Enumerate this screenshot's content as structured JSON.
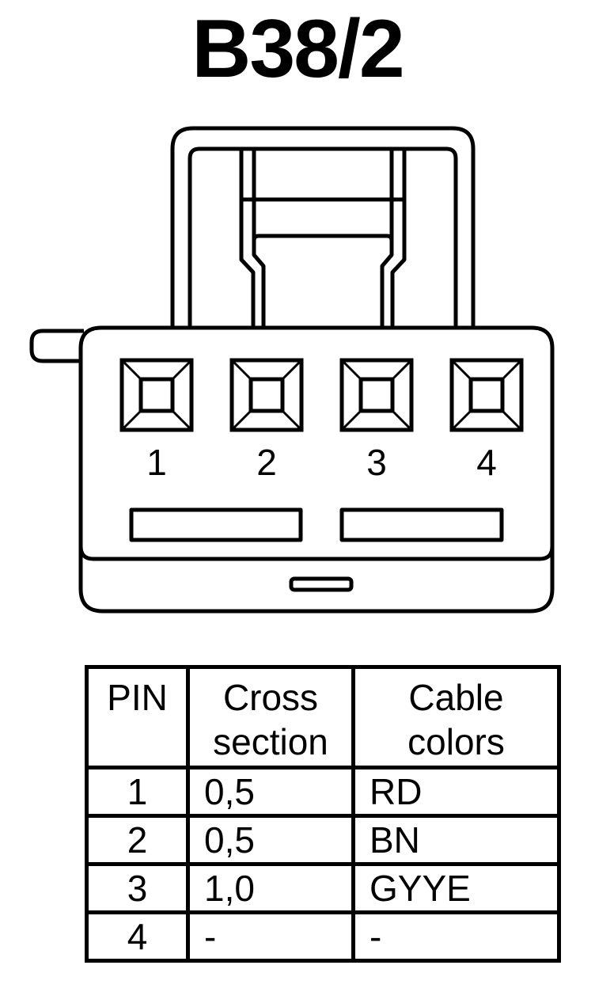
{
  "title": "B38/2",
  "pins": [
    {
      "label": "1"
    },
    {
      "label": "2"
    },
    {
      "label": "3"
    },
    {
      "label": "4"
    }
  ],
  "table": {
    "headers": {
      "pin": "PIN",
      "cross_line1": "Cross",
      "cross_line2": "section",
      "color_line1": "Cable",
      "color_line2": "colors"
    },
    "rows": [
      {
        "pin": "1",
        "cross": "0,5",
        "color": "RD"
      },
      {
        "pin": "2",
        "cross": "0,5",
        "color": "BN"
      },
      {
        "pin": "3",
        "cross": "1,0",
        "color": "GYYE"
      },
      {
        "pin": "4",
        "cross": "-",
        "color": "-"
      }
    ]
  }
}
